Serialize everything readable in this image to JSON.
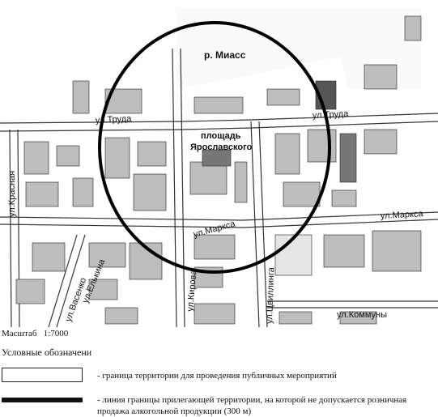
{
  "map": {
    "labels": {
      "river": "р. Миасс",
      "square_line1": "площадь",
      "square_line2": "Ярославского",
      "trudа_west": "ул.Труда",
      "truda_east": "ул.Труда",
      "krasnaya": "ул.Красная",
      "marksa_center": "ул.Маркса",
      "marksa_east": "ул.Маркса",
      "elkina": "ул.Елькина",
      "vasenko": "ул.Васенко",
      "kirova": "ул.Кирова",
      "tsvillinga": "ул.Цвиллинга",
      "kommuny": "ул.Коммуны"
    }
  },
  "scale": {
    "label": "Масштаб",
    "value": "1:7000"
  },
  "legend": {
    "title": "Условные обозначени",
    "items": [
      {
        "text": "- граница территории для проведения публичных мероприятий"
      },
      {
        "text": "- линия границы прилегающей территории, на которой не допускается розничная продажа алкогольной продукции (300 м)"
      }
    ]
  }
}
